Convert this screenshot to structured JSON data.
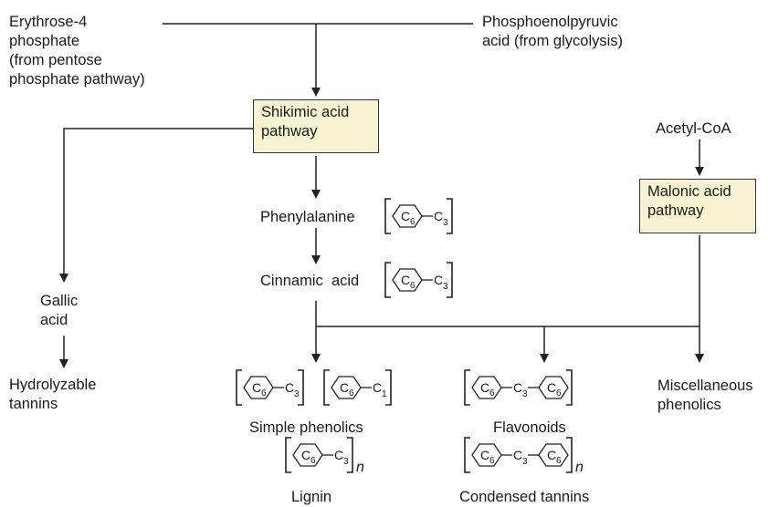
{
  "nodes": {
    "erythrose": "Erythrose-4\nphosphate\n(from pentose\nphosphate pathway)",
    "pep": "Phosphoenolpyruvic\nacid (from glycolysis)",
    "shikimic": "Shikimic acid\npathway",
    "acetyl": "Acetyl-CoA",
    "malonic": "Malonic acid\npathway",
    "phenylalanine": "Phenylalanine",
    "cinnamic": "Cinnamic  acid",
    "gallic": "Gallic\nacid",
    "hydrolyzable": "Hydrolyzable\ntannins",
    "simple_phenolics": "Simple phenolics",
    "lignin": "Lignin",
    "flavonoids": "Flavonoids",
    "condensed_tannins": "Condensed tannins",
    "misc_phenolics": "Miscellaneous\nphenolics"
  },
  "formula_labels": {
    "c6": "C",
    "c6_sub": "6",
    "c3": "C",
    "c3_sub": "3",
    "c1": "C",
    "c1_sub": "1",
    "polymer_n": "n"
  }
}
